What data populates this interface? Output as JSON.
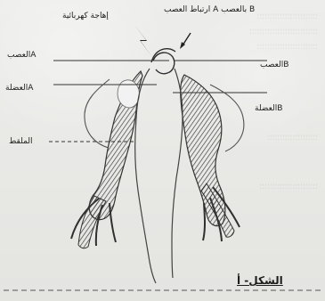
{
  "labels": {
    "left_nerve": "العصبA",
    "left_muscle": "العضلةA",
    "left_clamp": "الملقط",
    "right_nerve": "العصبB",
    "right_muscle": "العضلةB",
    "top_left": "إهاجة كهربائية",
    "top_right": "ارتباط العصب A بالعصب B",
    "figure": "الشكل- أ"
  }
}
